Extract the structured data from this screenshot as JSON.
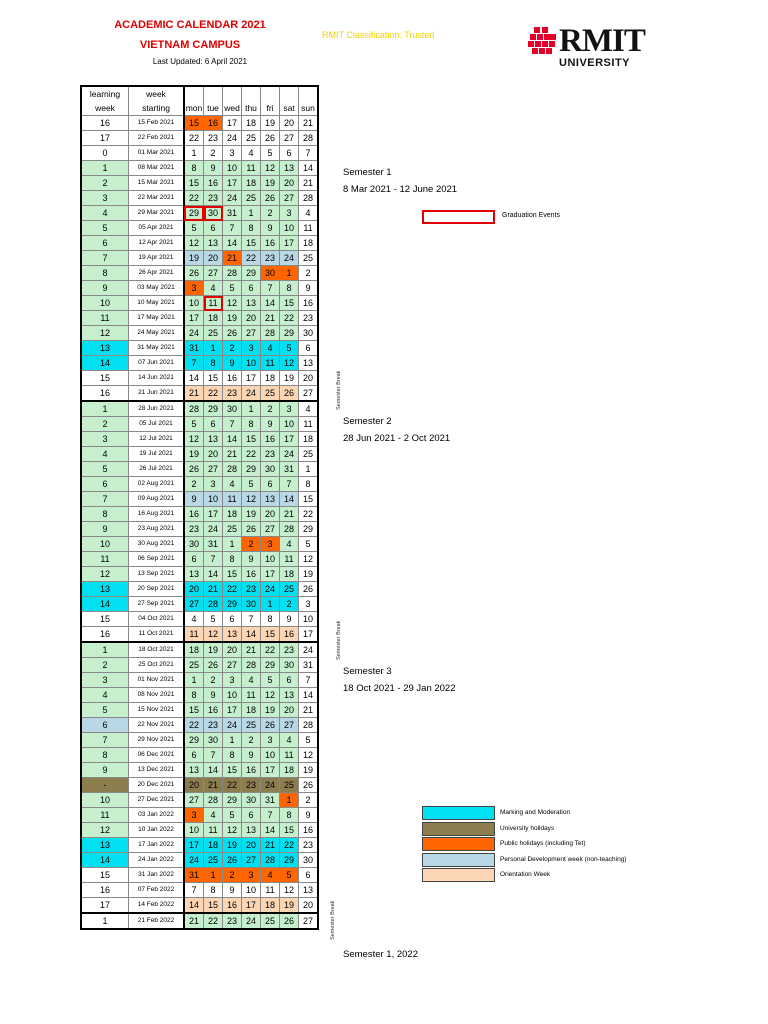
{
  "header": {
    "title1": "ACADEMIC CALENDAR 2021",
    "title2": "VIETNAM CAMPUS",
    "updated": "Last Updated: 6 April 2021",
    "classification": "RMIT Classification: Trusted",
    "logo_name": "RMIT",
    "logo_uni": "UNIVERSITY"
  },
  "colors": {
    "green": "#c6efce",
    "cyan": "#00e0f0",
    "olive": "#8c7d4e",
    "orange": "#ff6600",
    "lblue": "#b9d8e6",
    "peach": "#fcd5b4",
    "red": "#e00000"
  },
  "table": {
    "head1": [
      "learning",
      "week",
      "",
      "",
      "",
      "",
      "",
      "",
      ""
    ],
    "head2": [
      "week",
      "starting",
      "mon",
      "tue",
      "wed",
      "thu",
      "fri",
      "sat",
      "sun"
    ],
    "rows": [
      {
        "lw": "16",
        "ws": "15 Feb 2021",
        "d": [
          "15",
          "16",
          "17",
          "18",
          "19",
          "20",
          "21"
        ],
        "c": [
          "orange",
          "orange",
          "",
          "",
          "",
          "",
          ""
        ]
      },
      {
        "lw": "17",
        "ws": "22 Feb 2021",
        "d": [
          "22",
          "23",
          "24",
          "25",
          "26",
          "27",
          "28"
        ]
      },
      {
        "lw": "0",
        "ws": "01 Mar 2021",
        "d": [
          "1",
          "2",
          "3",
          "4",
          "5",
          "6",
          "7"
        ]
      },
      {
        "lw": "1",
        "ws": "08 Mar 2021",
        "d": [
          "8",
          "9",
          "10",
          "11",
          "12",
          "13",
          "14"
        ],
        "lwc": "green",
        "dc": "green"
      },
      {
        "lw": "2",
        "ws": "15 Mar 2021",
        "d": [
          "15",
          "16",
          "17",
          "18",
          "19",
          "20",
          "21"
        ],
        "lwc": "green",
        "dc": "green"
      },
      {
        "lw": "3",
        "ws": "22 Mar 2021",
        "d": [
          "22",
          "23",
          "24",
          "25",
          "26",
          "27",
          "28"
        ],
        "lwc": "green",
        "dc": "green"
      },
      {
        "lw": "4",
        "ws": "29 Mar 2021",
        "d": [
          "29",
          "30",
          "31",
          "1",
          "2",
          "3",
          "4"
        ],
        "lwc": "green",
        "dc": "green",
        "box": [
          0,
          1
        ]
      },
      {
        "lw": "5",
        "ws": "05 Apr 2021",
        "d": [
          "5",
          "6",
          "7",
          "8",
          "9",
          "10",
          "11"
        ],
        "lwc": "green",
        "dc": "green"
      },
      {
        "lw": "6",
        "ws": "12 Apr 2021",
        "d": [
          "12",
          "13",
          "14",
          "15",
          "16",
          "17",
          "18"
        ],
        "lwc": "green",
        "dc": "green"
      },
      {
        "lw": "7",
        "ws": "19 Apr 2021",
        "d": [
          "19",
          "20",
          "21",
          "22",
          "23",
          "24",
          "25"
        ],
        "lwc": "green",
        "c": [
          "lblue",
          "lblue",
          "orange",
          "lblue",
          "lblue",
          "lblue",
          ""
        ]
      },
      {
        "lw": "8",
        "ws": "26 Apr 2021",
        "d": [
          "26",
          "27",
          "28",
          "29",
          "30",
          "1",
          "2"
        ],
        "lwc": "green",
        "c": [
          "green",
          "green",
          "green",
          "green",
          "orange",
          "orange",
          ""
        ]
      },
      {
        "lw": "9",
        "ws": "03 May 2021",
        "d": [
          "3",
          "4",
          "5",
          "6",
          "7",
          "8",
          "9"
        ],
        "lwc": "green",
        "c": [
          "orange",
          "green",
          "green",
          "green",
          "green",
          "green",
          ""
        ]
      },
      {
        "lw": "10",
        "ws": "10 May 2021",
        "d": [
          "10",
          "11",
          "12",
          "13",
          "14",
          "15",
          "16"
        ],
        "lwc": "green",
        "dc": "green",
        "box": [
          1
        ]
      },
      {
        "lw": "11",
        "ws": "17 May 2021",
        "d": [
          "17",
          "18",
          "19",
          "20",
          "21",
          "22",
          "23"
        ],
        "lwc": "green",
        "dc": "green"
      },
      {
        "lw": "12",
        "ws": "24 May 2021",
        "d": [
          "24",
          "25",
          "26",
          "27",
          "28",
          "29",
          "30"
        ],
        "lwc": "green",
        "dc": "green"
      },
      {
        "lw": "13",
        "ws": "31 May 2021",
        "d": [
          "31",
          "1",
          "2",
          "3",
          "4",
          "5",
          "6"
        ],
        "lwc": "cyan",
        "dc": "cyan"
      },
      {
        "lw": "14",
        "ws": "07 Jun 2021",
        "d": [
          "7",
          "8",
          "9",
          "10",
          "11",
          "12",
          "13"
        ],
        "lwc": "cyan",
        "dc": "cyan"
      },
      {
        "lw": "15",
        "ws": "14 Jun 2021",
        "d": [
          "14",
          "15",
          "16",
          "17",
          "18",
          "19",
          "20"
        ]
      },
      {
        "lw": "16",
        "ws": "21 Jun 2021",
        "d": [
          "21",
          "22",
          "23",
          "24",
          "25",
          "26",
          "27"
        ],
        "dc": "peach"
      },
      {
        "lw": "1",
        "ws": "28 Jun 2021",
        "d": [
          "28",
          "29",
          "30",
          "1",
          "2",
          "3",
          "4"
        ],
        "lwc": "green",
        "dc": "green",
        "thick": true
      },
      {
        "lw": "2",
        "ws": "05 Jul 2021",
        "d": [
          "5",
          "6",
          "7",
          "8",
          "9",
          "10",
          "11"
        ],
        "lwc": "green",
        "dc": "green"
      },
      {
        "lw": "3",
        "ws": "12 Jul 2021",
        "d": [
          "12",
          "13",
          "14",
          "15",
          "16",
          "17",
          "18"
        ],
        "lwc": "green",
        "dc": "green"
      },
      {
        "lw": "4",
        "ws": "19 Jul 2021",
        "d": [
          "19",
          "20",
          "21",
          "22",
          "23",
          "24",
          "25"
        ],
        "lwc": "green",
        "dc": "green"
      },
      {
        "lw": "5",
        "ws": "26 Jul 2021",
        "d": [
          "26",
          "27",
          "28",
          "29",
          "30",
          "31",
          "1"
        ],
        "lwc": "green",
        "dc": "green"
      },
      {
        "lw": "6",
        "ws": "02 Aug 2021",
        "d": [
          "2",
          "3",
          "4",
          "5",
          "6",
          "7",
          "8"
        ],
        "lwc": "green",
        "dc": "green"
      },
      {
        "lw": "7",
        "ws": "09 Aug 2021",
        "d": [
          "9",
          "10",
          "11",
          "12",
          "13",
          "14",
          "15"
        ],
        "lwc": "green",
        "dc": "lblue"
      },
      {
        "lw": "8",
        "ws": "16 Aug 2021",
        "d": [
          "16",
          "17",
          "18",
          "19",
          "20",
          "21",
          "22"
        ],
        "lwc": "green",
        "dc": "green"
      },
      {
        "lw": "9",
        "ws": "23 Aug 2021",
        "d": [
          "23",
          "24",
          "25",
          "26",
          "27",
          "28",
          "29"
        ],
        "lwc": "green",
        "dc": "green"
      },
      {
        "lw": "10",
        "ws": "30 Aug 2021",
        "d": [
          "30",
          "31",
          "1",
          "2",
          "3",
          "4",
          "5"
        ],
        "lwc": "green",
        "c": [
          "green",
          "green",
          "green",
          "orange",
          "orange",
          "green",
          ""
        ]
      },
      {
        "lw": "11",
        "ws": "06 Sep 2021",
        "d": [
          "6",
          "7",
          "8",
          "9",
          "10",
          "11",
          "12"
        ],
        "lwc": "green",
        "dc": "green"
      },
      {
        "lw": "12",
        "ws": "13 Sep 2021",
        "d": [
          "13",
          "14",
          "15",
          "16",
          "17",
          "18",
          "19"
        ],
        "lwc": "green",
        "dc": "green"
      },
      {
        "lw": "13",
        "ws": "20 Sep 2021",
        "d": [
          "20",
          "21",
          "22",
          "23",
          "24",
          "25",
          "26"
        ],
        "lwc": "cyan",
        "dc": "cyan"
      },
      {
        "lw": "14",
        "ws": "27 Sep 2021",
        "d": [
          "27",
          "28",
          "29",
          "30",
          "1",
          "2",
          "3"
        ],
        "lwc": "cyan",
        "dc": "cyan"
      },
      {
        "lw": "15",
        "ws": "04 Oct 2021",
        "d": [
          "4",
          "5",
          "6",
          "7",
          "8",
          "9",
          "10"
        ]
      },
      {
        "lw": "16",
        "ws": "11 Oct 2021",
        "d": [
          "11",
          "12",
          "13",
          "14",
          "15",
          "16",
          "17"
        ],
        "dc": "peach"
      },
      {
        "lw": "1",
        "ws": "18 Oct 2021",
        "d": [
          "18",
          "19",
          "20",
          "21",
          "22",
          "23",
          "24"
        ],
        "lwc": "green",
        "dc": "green",
        "thick": true
      },
      {
        "lw": "2",
        "ws": "25 Oct 2021",
        "d": [
          "25",
          "26",
          "27",
          "28",
          "29",
          "30",
          "31"
        ],
        "lwc": "green",
        "dc": "green"
      },
      {
        "lw": "3",
        "ws": "01 Nov 2021",
        "d": [
          "1",
          "2",
          "3",
          "4",
          "5",
          "6",
          "7"
        ],
        "lwc": "green",
        "dc": "green"
      },
      {
        "lw": "4",
        "ws": "08 Nov 2021",
        "d": [
          "8",
          "9",
          "10",
          "11",
          "12",
          "13",
          "14"
        ],
        "lwc": "green",
        "dc": "green"
      },
      {
        "lw": "5",
        "ws": "15 Nov 2021",
        "d": [
          "15",
          "16",
          "17",
          "18",
          "19",
          "20",
          "21"
        ],
        "lwc": "green",
        "dc": "green"
      },
      {
        "lw": "6",
        "ws": "22 Nov 2021",
        "d": [
          "22",
          "23",
          "24",
          "25",
          "26",
          "27",
          "28"
        ],
        "lwc": "lblue",
        "dc": "lblue"
      },
      {
        "lw": "7",
        "ws": "29 Nov 2021",
        "d": [
          "29",
          "30",
          "1",
          "2",
          "3",
          "4",
          "5"
        ],
        "lwc": "green",
        "dc": "green"
      },
      {
        "lw": "8",
        "ws": "06 Dec 2021",
        "d": [
          "6",
          "7",
          "8",
          "9",
          "10",
          "11",
          "12"
        ],
        "lwc": "green",
        "dc": "green"
      },
      {
        "lw": "9",
        "ws": "13 Dec 2021",
        "d": [
          "13",
          "14",
          "15",
          "16",
          "17",
          "18",
          "19"
        ],
        "lwc": "green",
        "dc": "green"
      },
      {
        "lw": "-",
        "ws": "20 Dec 2021",
        "d": [
          "20",
          "21",
          "22",
          "23",
          "24",
          "25",
          "26"
        ],
        "lwc": "olive",
        "dc": "olive"
      },
      {
        "lw": "10",
        "ws": "27 Dec 2021",
        "d": [
          "27",
          "28",
          "29",
          "30",
          "31",
          "1",
          "2"
        ],
        "lwc": "green",
        "c": [
          "green",
          "green",
          "green",
          "green",
          "green",
          "orange",
          ""
        ]
      },
      {
        "lw": "11",
        "ws": "03 Jan 2022",
        "d": [
          "3",
          "4",
          "5",
          "6",
          "7",
          "8",
          "9"
        ],
        "lwc": "green",
        "c": [
          "orange",
          "green",
          "green",
          "green",
          "green",
          "green",
          ""
        ]
      },
      {
        "lw": "12",
        "ws": "10 Jan 2022",
        "d": [
          "10",
          "11",
          "12",
          "13",
          "14",
          "15",
          "16"
        ],
        "lwc": "green",
        "dc": "green"
      },
      {
        "lw": "13",
        "ws": "17 Jan 2022",
        "d": [
          "17",
          "18",
          "19",
          "20",
          "21",
          "22",
          "23"
        ],
        "lwc": "cyan",
        "dc": "cyan"
      },
      {
        "lw": "14",
        "ws": "24 Jan 2022",
        "d": [
          "24",
          "25",
          "26",
          "27",
          "28",
          "29",
          "30"
        ],
        "lwc": "cyan",
        "dc": "cyan"
      },
      {
        "lw": "15",
        "ws": "31 Jan 2022",
        "d": [
          "31",
          "1",
          "2",
          "3",
          "4",
          "5",
          "6"
        ],
        "c": [
          "orange",
          "orange",
          "orange",
          "orange",
          "orange",
          "orange",
          ""
        ]
      },
      {
        "lw": "16",
        "ws": "07 Feb 2022",
        "d": [
          "7",
          "8",
          "9",
          "10",
          "11",
          "12",
          "13"
        ]
      },
      {
        "lw": "17",
        "ws": "14 Feb 2022",
        "d": [
          "14",
          "15",
          "16",
          "17",
          "18",
          "19",
          "20"
        ],
        "dc": "peach"
      },
      {
        "lw": "1",
        "ws": "21 Feb 2022",
        "d": [
          "21",
          "22",
          "23",
          "24",
          "25",
          "26",
          "27"
        ],
        "lwc": "",
        "dc": "green",
        "thick": true
      }
    ]
  },
  "semesters": [
    {
      "name": "Semester 1",
      "dates": "8 Mar 2021 - 12 June 2021"
    },
    {
      "name": "Semester 2",
      "dates": "28 Jun 2021 - 2 Oct 2021"
    },
    {
      "name": "Semester 3",
      "dates": "18 Oct 2021 - 29 Jan 2022"
    },
    {
      "name": "Semester 1, 2022",
      "dates": ""
    }
  ],
  "break_label": "Semester Break",
  "graduation_label": "Graduation Events",
  "legend": [
    {
      "color": "cyan",
      "label": "Marking and Moderation"
    },
    {
      "color": "olive",
      "label": "University holidays"
    },
    {
      "color": "orange",
      "label": "Public holidays (including Tet)"
    },
    {
      "color": "lblue",
      "label": "Personal Development week (non-teaching)"
    },
    {
      "color": "peach",
      "label": "Orientation Week"
    }
  ]
}
